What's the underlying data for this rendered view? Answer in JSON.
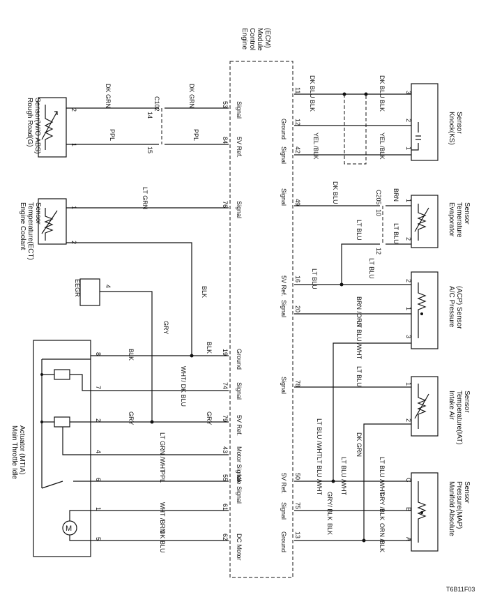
{
  "diagram_code": "T6B11F03",
  "ecm": {
    "label_lines": [
      "Engine",
      "Control",
      "Module",
      "(ECM)"
    ]
  },
  "components": {
    "rough_road": {
      "lines": [
        "Rough Road(G)",
        "Sensor(W/O ABS)"
      ],
      "pins": [
        "2",
        "1"
      ]
    },
    "ect": {
      "lines": [
        "Engine Coolant",
        "Temperature(ECT)",
        "Sensor"
      ],
      "pins": [
        "1",
        "2"
      ]
    },
    "eegr": {
      "label": "EEGR",
      "pin": "4"
    },
    "mtia": {
      "lines": [
        "Main Throttle Idle",
        "Actuator (MTIA)"
      ],
      "pins": [
        "8",
        "7",
        "2",
        "4",
        "6",
        "1",
        "5"
      ],
      "motor": "M"
    },
    "knock": {
      "lines": [
        "Knock(KS)",
        "Sensor"
      ],
      "pins": [
        "3",
        "2",
        "1"
      ]
    },
    "evap": {
      "lines": [
        "Evaporator",
        "Temerature",
        "Sensor"
      ],
      "pins": [
        "1",
        "2"
      ]
    },
    "acp": {
      "lines": [
        "A/C Pressure",
        "(ACP) Sensor"
      ],
      "pins": [
        "2",
        "1",
        "3"
      ]
    },
    "iat": {
      "lines": [
        "Intake Air",
        "Temperature(IAT)",
        "Sensor"
      ],
      "pins": [
        "1",
        "2"
      ]
    },
    "map": {
      "lines": [
        "Manifold Absolute",
        "Pressure(MAP)",
        "Sensor"
      ],
      "pins": [
        "C",
        "B",
        "A"
      ]
    }
  },
  "connectors": {
    "c102": "C102",
    "c102_pins": [
      "14",
      "15"
    ],
    "c205": "C205",
    "c205_pins": [
      "10",
      "12"
    ]
  },
  "ecm_left_terminals": [
    {
      "pin": "53",
      "label": "Signal"
    },
    {
      "pin": "84",
      "label": "5V Ref."
    },
    {
      "pin": "76",
      "label": "Signal"
    },
    {
      "pin": "19",
      "label": "Ground"
    },
    {
      "pin": "74",
      "label": "Signal"
    },
    {
      "pin": "79",
      "label": "5V Ref."
    },
    {
      "pin": "43",
      "label": "Motor Signal"
    },
    {
      "pin": "55",
      "label": "Idle Signal"
    },
    {
      "pin": "61",
      "label": ""
    },
    {
      "pin": "62",
      "label": "DC Motor"
    }
  ],
  "ecm_right_terminals": [
    {
      "pin": "11",
      "label": ""
    },
    {
      "pin": "12",
      "label": "Ground"
    },
    {
      "pin": "42",
      "label": "Signal"
    },
    {
      "pin": "49",
      "label": "Signal"
    },
    {
      "pin": "16",
      "label": "5V Ref."
    },
    {
      "pin": "20",
      "label": "Signal"
    },
    {
      "pin": "78",
      "label": "Signal"
    },
    {
      "pin": "50",
      "label": "5V Ref."
    },
    {
      "pin": "75",
      "label": "Signal"
    },
    {
      "pin": "13",
      "label": "Ground"
    }
  ],
  "wire_colors": {
    "dk_grn": "DK GRN",
    "ppl": "PPL",
    "lt_grn": "LT GRN",
    "blk": "BLK",
    "gry": "GRY",
    "wht_dkblu": "WHT/ DK BLU",
    "ltgrn_wht": "LT GRN /WHT",
    "wht_brn": "WHT /BRN",
    "dk_blu": "DK BLU",
    "dkblu_blk": "DK BLU BLK",
    "yel_blk": "YEL /BLK",
    "lt_blu": "LT BLU",
    "brn": "BRN",
    "ltblu_wht": "LT BLU /WHT",
    "brn_orn": "BRN /ORN",
    "gry_blk": "GRY/ BLK",
    "gry_blk2": "GRY /BLK",
    "orn_blk": "ORN /BLK"
  }
}
